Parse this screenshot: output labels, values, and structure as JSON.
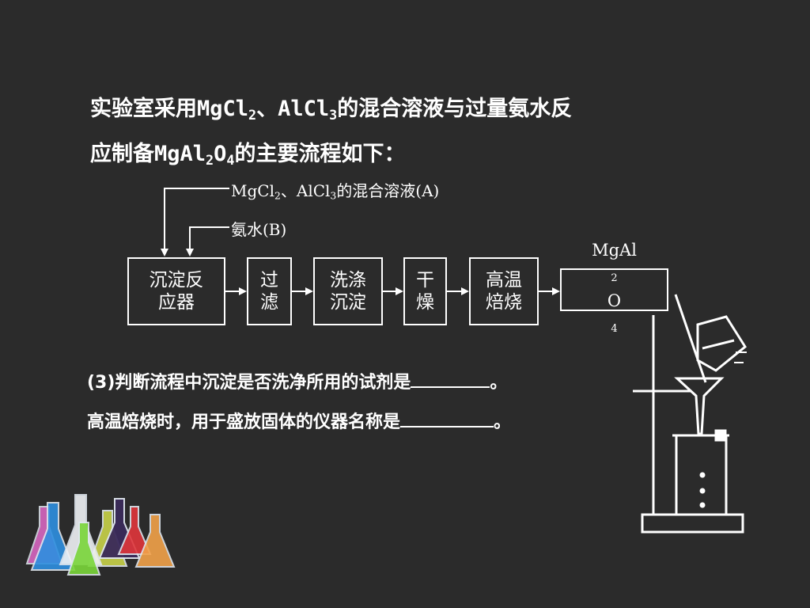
{
  "question": {
    "line1_a": "实验室采用MgCl",
    "line1_sub1": "2",
    "line1_b": "、AlCl",
    "line1_sub2": "3",
    "line1_c": "的混合溶液与过量氨水反",
    "line2_a": "应制备MgAl",
    "line2_sub1": "2",
    "line2_b": "O",
    "line2_sub2": "4",
    "line2_c": "的主要流程如下："
  },
  "reagents": {
    "a_text": "MgCl",
    "a_sub1": "2",
    "a_mid": "、AlCl",
    "a_sub2": "3",
    "a_end": "的混合溶液(A)",
    "b_text": "氨水(B)"
  },
  "flow": {
    "step1_l1": "沉淀反",
    "step1_l2": "应器",
    "step2_l1": "过",
    "step2_l2": "滤",
    "step3_l1": "洗涤",
    "step3_l2": "沉淀",
    "step4_l1": "干",
    "step4_l2": "燥",
    "step5_l1": "高温",
    "step5_l2": "焙烧",
    "product_a": "MgAl",
    "product_sub1": "2",
    "product_b": "O",
    "product_sub2": "4"
  },
  "subquestions": {
    "q3": "(3)判断流程中沉淀是否洗净所用的试剂是",
    "q3_end": "。",
    "q4": "高温焙烧时，用于盛放固体的仪器名称是",
    "q4_end": "。"
  },
  "colors": {
    "background": "#2b2b2b",
    "text": "#ffffff"
  },
  "icons": [
    "lab-flasks-icon",
    "filtration-apparatus-icon"
  ]
}
